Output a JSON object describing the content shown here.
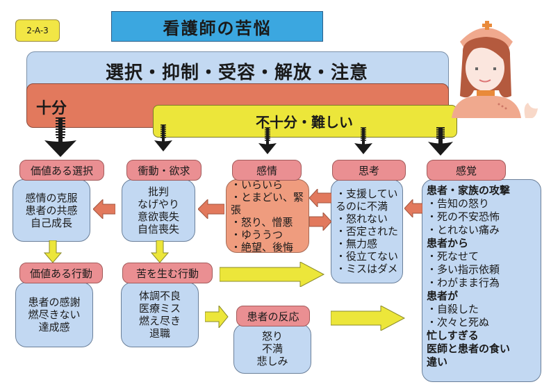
{
  "code_badge": "2-A-3",
  "title": "看護師の苦悩",
  "bands": {
    "top": "選択・抑制・受容・解放・注意",
    "sufficient": "十分",
    "insufficient": "不十分・難しい"
  },
  "columns": {
    "value_choice": {
      "tag": "価値ある選択",
      "lines": [
        "感情の克服",
        "患者の共感",
        "自己成長"
      ]
    },
    "impulse": {
      "tag": "衝動・欲求",
      "lines": [
        "批判",
        "なげやり",
        "意欲喪失",
        "自信喪失"
      ]
    },
    "emotion": {
      "tag": "感情",
      "lines": [
        "・いらいら",
        "・とまどい、緊張",
        "・怒り、憎悪",
        "・ゆううつ",
        "・絶望、後悔"
      ]
    },
    "thought": {
      "tag": "思考",
      "lines": [
        "・支援してい",
        "るのに不満",
        "・怒れない",
        "・否定された",
        "・無力感",
        "・役立てない",
        "・ミスはダメ"
      ]
    },
    "sense": {
      "tag": "感覚",
      "lines": [
        {
          "text": "患者・家族の攻撃",
          "bold": true
        },
        {
          "text": "・告知の怒り",
          "bold": false
        },
        {
          "text": "・死の不安恐怖",
          "bold": false
        },
        {
          "text": "・とれない痛み",
          "bold": false
        },
        {
          "text": "患者から",
          "bold": true
        },
        {
          "text": "・死なせて",
          "bold": false
        },
        {
          "text": "・多い指示依頼",
          "bold": false
        },
        {
          "text": "・わがまま行為",
          "bold": false
        },
        {
          "text": "患者が",
          "bold": true
        },
        {
          "text": "・自殺した",
          "bold": false
        },
        {
          "text": "・次々と死ぬ",
          "bold": false
        },
        {
          "text": "忙しすぎる",
          "bold": true
        },
        {
          "text": "医師と患者の食い",
          "bold": true
        },
        {
          "text": "違い",
          "bold": true
        }
      ]
    },
    "value_action": {
      "tag": "価値ある行動",
      "lines": [
        "患者の感謝",
        "燃尽きない",
        "達成感"
      ]
    },
    "suffering_action": {
      "tag": "苦を生む行動",
      "lines": [
        "体調不良",
        "医療ミス",
        "燃え尽き",
        "退職"
      ]
    },
    "patient_reaction": {
      "tag": "患者の反応",
      "lines": [
        "怒り",
        "不満",
        "悲しみ"
      ]
    }
  },
  "illustration": "nurse-icon",
  "colors": {
    "title_bg": "#3ba7e0",
    "badge_bg": "#f2e645",
    "band_blue": "#c3d9f2",
    "band_orange": "#e2795d",
    "band_yellow": "#ece63a",
    "tag_pink": "#ea8f92",
    "box_blue": "#c2d8f2",
    "box_salmon": "#ef9c7e",
    "arrow_orange": "#e2795d",
    "arrow_yellow": "#ece63a"
  }
}
